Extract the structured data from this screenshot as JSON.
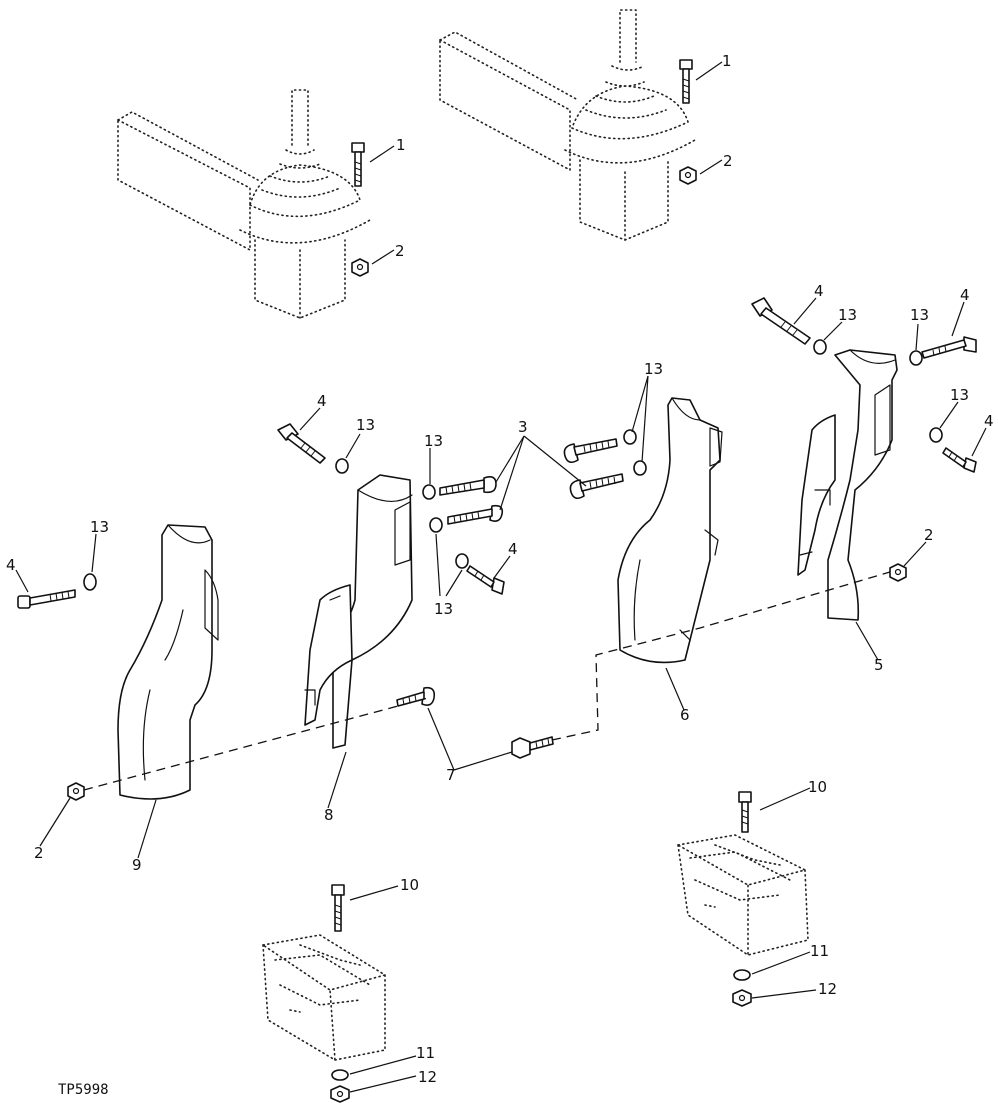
{
  "figure_code": "TP5998",
  "callouts": {
    "c1a": "1",
    "c1b": "1",
    "c2a": "2",
    "c2b": "2",
    "c2c": "2",
    "c2d": "2",
    "c3": "3",
    "c4a": "4",
    "c4b": "4",
    "c4c": "4",
    "c4d": "4",
    "c4e": "4",
    "c4f": "4",
    "c5": "5",
    "c6": "6",
    "c7": "7",
    "c8": "8",
    "c9": "9",
    "c10a": "10",
    "c10b": "10",
    "c11a": "11",
    "c11b": "11",
    "c12a": "12",
    "c12b": "12",
    "c13a": "13",
    "c13b": "13",
    "c13c": "13",
    "c13d": "13",
    "c13e": "13",
    "c13f": "13",
    "c13g": "13",
    "c13h": "13"
  }
}
